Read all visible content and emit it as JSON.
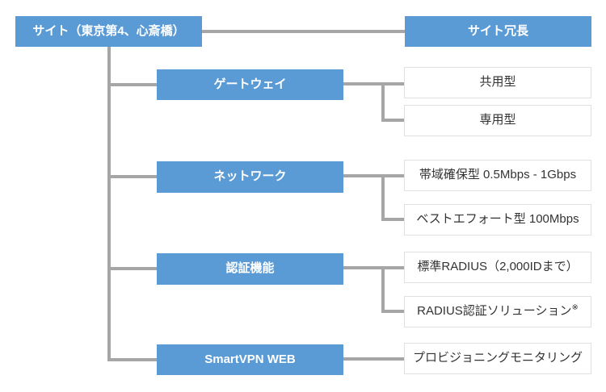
{
  "colors": {
    "node_blue": "#5B9BD5",
    "connector_gray": "#A6A6A6",
    "leaf_border": "#E0E0E0",
    "leaf_text": "#333333",
    "blue_text": "#FFFFFF"
  },
  "diagram": {
    "root": {
      "label": "サイト（東京第4、心斎橋）"
    },
    "site_redundancy": {
      "label": "サイト冗長"
    },
    "groups": [
      {
        "label": "ゲートウェイ",
        "children": [
          "共用型",
          "専用型"
        ]
      },
      {
        "label": "ネットワーク",
        "children": [
          "帯域確保型 0.5Mbps - 1Gbps",
          "ベストエフォート型 100Mbps"
        ]
      },
      {
        "label": "認証機能",
        "children": [
          "標準RADIUS（2,000IDまで）",
          "RADIUS認証ソリューション"
        ]
      },
      {
        "label": "SmartVPN WEB",
        "children": [
          "プロビジョニングモニタリング"
        ]
      }
    ],
    "radius_note_mark": "※"
  }
}
